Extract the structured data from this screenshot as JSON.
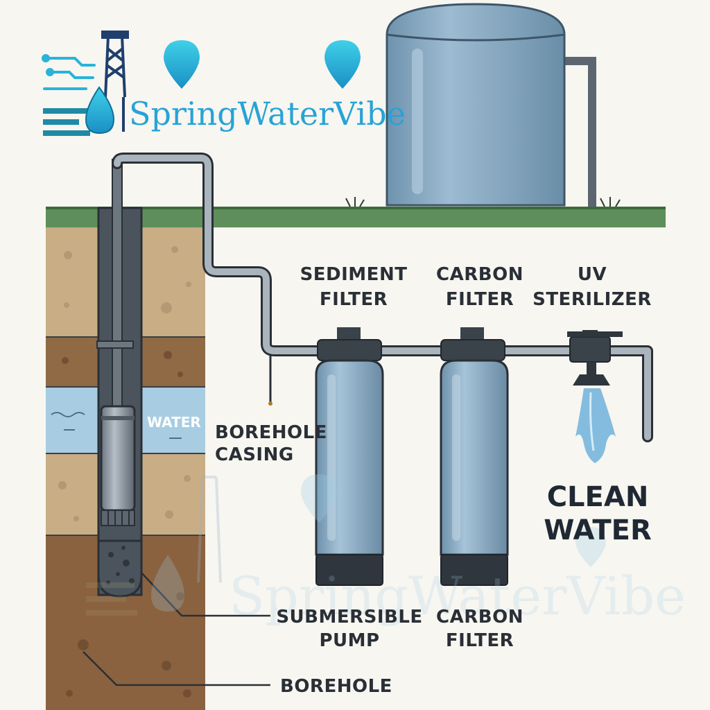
{
  "brand": {
    "name": "SpringWaterVibe",
    "watermark": "SpringWaterVibe"
  },
  "labels": {
    "sediment_filter": [
      "SEDIMENT",
      "FILTER"
    ],
    "carbon_filter_top": [
      "CARBON",
      "FILTER"
    ],
    "uv_sterilizer": [
      "UV",
      "STERILIZER"
    ],
    "borehole_casing": [
      "BOREHOLE",
      "CASING"
    ],
    "water": "WATER",
    "clean_water": [
      "CLEAN",
      "WATER"
    ],
    "submersible_pump": [
      "SUBMERSIBLE",
      "PUMP"
    ],
    "carbon_filter_bottom": [
      "CARBON",
      "FILTER"
    ],
    "borehole": "BOREHOLE"
  },
  "colors": {
    "background": "#f7f6f1",
    "ground_line": "#5e8f5a",
    "soil_light": "#c9ad84",
    "soil_dark": "#8f6a45",
    "water_layer": "#a8cde2",
    "tank": "#7fa3bd",
    "filter_body": "#88aac4",
    "pipe": "#5b6670",
    "logo_blue": "#27a3d6"
  },
  "icons": [
    "drop-icon",
    "drill-rig-icon",
    "circuit-icon"
  ]
}
